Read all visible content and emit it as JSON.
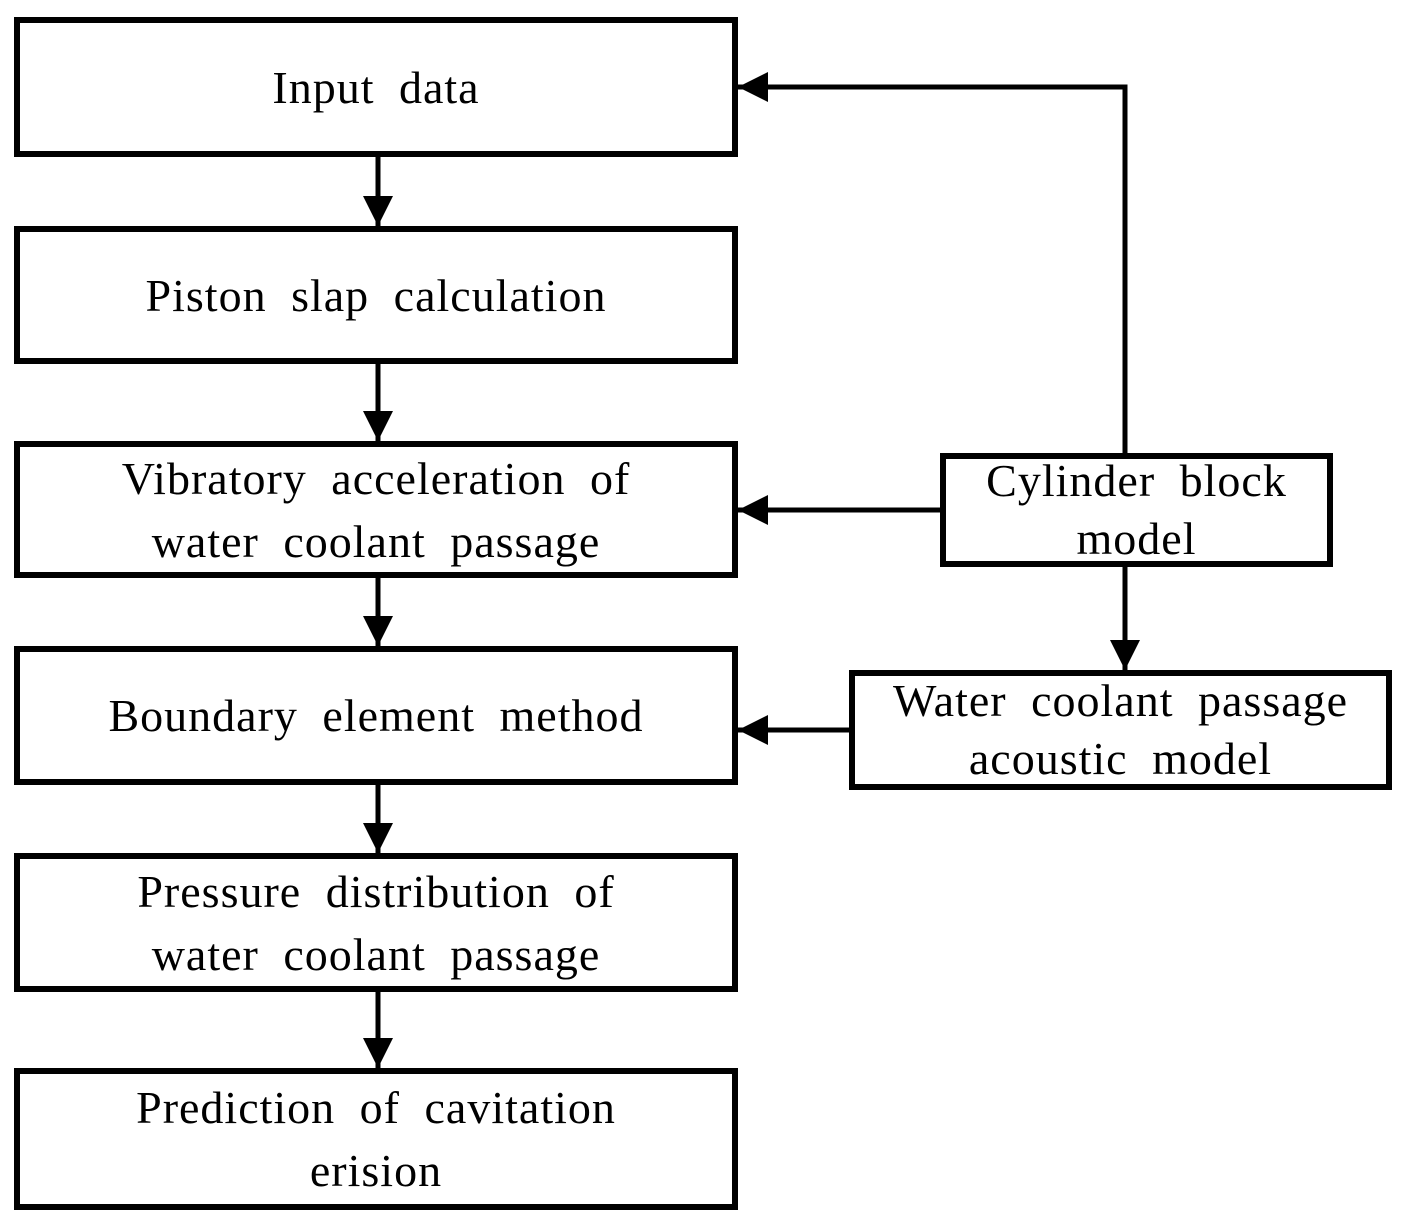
{
  "diagram": {
    "type": "flowchart",
    "background_color": "#ffffff",
    "stroke_color": "#000000",
    "node_fill_color": "#ffffff",
    "text_color": "#000000",
    "nodes": [
      {
        "id": "input-data",
        "label": "Input data"
      },
      {
        "id": "piston-slap-calculation",
        "label": "Piston slap calculation"
      },
      {
        "id": "vibratory-acceleration",
        "label": "Vibratory acceleration of\nwater coolant passage"
      },
      {
        "id": "boundary-element-method",
        "label": "Boundary element method"
      },
      {
        "id": "pressure-distribution",
        "label": "Pressure distribution of\nwater coolant passage"
      },
      {
        "id": "prediction-cavitation-erision",
        "label": "Prediction of cavitation\nerision"
      },
      {
        "id": "cylinder-block-model",
        "label": "Cylinder block\nmodel"
      },
      {
        "id": "water-coolant-passage-acoustic-model",
        "label": "Water coolant passage\nacoustic model"
      }
    ],
    "edges": [
      {
        "from": "input-data",
        "to": "piston-slap-calculation"
      },
      {
        "from": "piston-slap-calculation",
        "to": "vibratory-acceleration"
      },
      {
        "from": "vibratory-acceleration",
        "to": "boundary-element-method"
      },
      {
        "from": "boundary-element-method",
        "to": "pressure-distribution"
      },
      {
        "from": "pressure-distribution",
        "to": "prediction-cavitation-erision"
      },
      {
        "from": "cylinder-block-model",
        "to": "input-data"
      },
      {
        "from": "cylinder-block-model",
        "to": "vibratory-acceleration"
      },
      {
        "from": "cylinder-block-model",
        "to": "water-coolant-passage-acoustic-model"
      },
      {
        "from": "water-coolant-passage-acoustic-model",
        "to": "boundary-element-method"
      }
    ]
  }
}
